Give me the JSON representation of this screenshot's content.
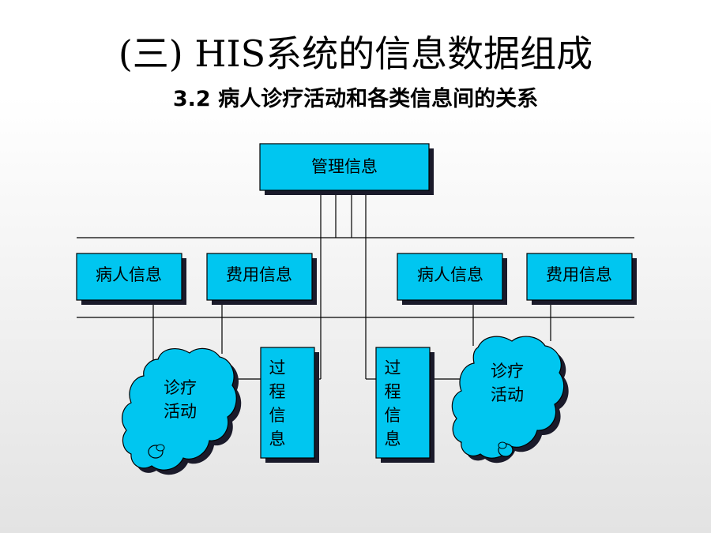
{
  "title": "(三) HIS系统的信息数据组成",
  "subtitle": "3.2  病人诊疗活动和各类信息间的关系",
  "colors": {
    "box_fill": "#00c6f0",
    "shadow": "#1a1a2a",
    "line": "#000000"
  },
  "diagram": {
    "top_box": "管理信息",
    "left_patient": "病人信息",
    "left_cost": "费用信息",
    "right_patient": "病人信息",
    "right_cost": "费用信息",
    "left_process": [
      "过",
      "程",
      "信",
      "息"
    ],
    "right_process": [
      "过",
      "程",
      "信",
      "息"
    ],
    "left_cloud": [
      "诊疗",
      "活动"
    ],
    "right_cloud": [
      "诊疗",
      "活动"
    ]
  }
}
